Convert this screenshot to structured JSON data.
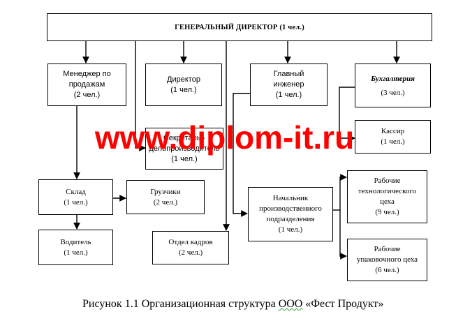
{
  "nodes": {
    "gen_director": {
      "lines": [
        "ГЕНЕРАЛЬНЫЙ ДИРЕКТОР (1 чел.)"
      ]
    },
    "sales_manager": {
      "lines": [
        "Менеджер по",
        "продажам",
        "(2 чел.)"
      ]
    },
    "director": {
      "lines": [
        "Директор",
        "(1 чел.)"
      ]
    },
    "chief_engineer": {
      "lines": [
        "Главный",
        "инженер",
        "(1 чел.)"
      ]
    },
    "accounting": {
      "lines": [
        "Бухгалтерия",
        "(3 чел.)"
      ]
    },
    "secretary": {
      "lines": [
        "Секретарь -",
        "делопроизводитель",
        "(1 чел.)"
      ]
    },
    "cashier": {
      "lines": [
        "Кассир",
        "(1 чел.)"
      ]
    },
    "warehouse": {
      "lines": [
        "Склад",
        "(1 чел.)"
      ]
    },
    "loaders": {
      "lines": [
        "Грузчики",
        "(2 чел.)"
      ]
    },
    "production_head": {
      "lines": [
        "Начальник",
        "производственного",
        "подразделения",
        "(1 чел.)"
      ]
    },
    "tech_workers": {
      "lines": [
        "Рабочие",
        "технологического",
        "цеха",
        "(9 чел.)"
      ]
    },
    "driver": {
      "lines": [
        "Водитель",
        "(1 чел.)"
      ]
    },
    "hr": {
      "lines": [
        "Отдел кадров",
        "(2 чел.)"
      ]
    },
    "pack_workers": {
      "lines": [
        "Рабочие",
        "упаковочного цеха",
        "(6 чел.)"
      ]
    }
  },
  "watermark": "www.diplom-it.ru",
  "caption": {
    "prefix": "Рисунок 1.1 Организационная структура ",
    "org": "ООО",
    "suffix": " «Фест Продукт»"
  },
  "colors": {
    "watermark": "#ff0000",
    "lines": "#000000",
    "spellcheck": "#2e9c2e"
  }
}
